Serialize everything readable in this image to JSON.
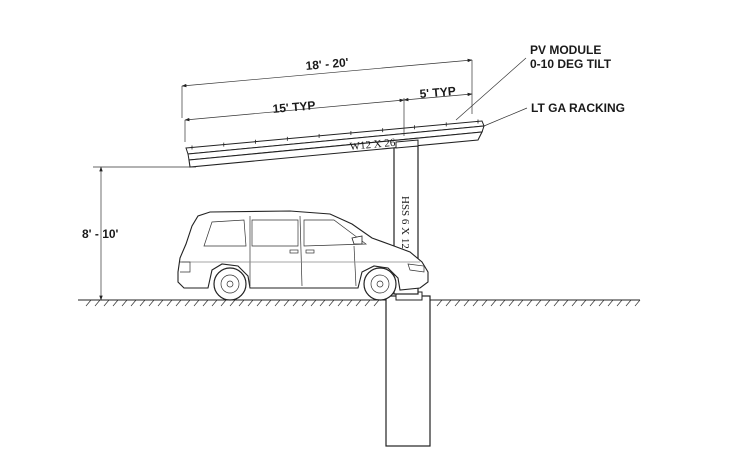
{
  "labels": {
    "pv_module_line1": "PV MODULE",
    "pv_module_line2": "0-10 DEG TILT",
    "racking": "LT GA RACKING",
    "dim_total": "18' - 20'",
    "dim_typ_back": "15' TYP",
    "dim_typ_front": "5' TYP",
    "dim_clearance": "8' - 10'",
    "beam_member": "W12 X 26",
    "column_member": "HSS 6 X 12"
  },
  "colors": {
    "line": "#222222",
    "background": "#ffffff",
    "foundation_fill": "#ffffff"
  }
}
